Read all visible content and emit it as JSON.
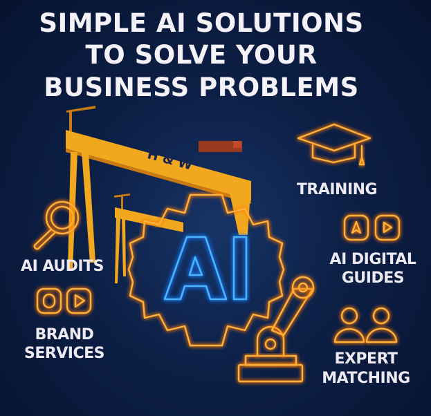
{
  "title": {
    "line1": "SIMPLE AI SOLUTIONS",
    "line2": "TO SOLVE YOUR",
    "line3": "BUSINESS PROBLEMS"
  },
  "crane": {
    "logo_text": "H & W"
  },
  "center": {
    "text": "AI",
    "icon": "gear-icon"
  },
  "services": {
    "ai_audits": {
      "label": "AI AUDITS",
      "icon": "magnifier-icon"
    },
    "brand_services": {
      "line1": "BRAND",
      "line2": "SERVICES",
      "icon": "media-buttons-icon"
    },
    "training": {
      "label": "TRAINING",
      "icon": "graduation-cap-icon"
    },
    "ai_digital_guides": {
      "line1": "AI DIGITAL",
      "line2": "GUIDES",
      "icon": "app-icons"
    },
    "expert_matching": {
      "line1": "EXPERT",
      "line2": "MATCHING",
      "icon": "people-icon"
    }
  },
  "colors": {
    "background": "#0c1f45",
    "neon_orange": "#ffb23a",
    "neon_blue": "#48b4ff",
    "crane_yellow": "#f2a81e",
    "text": "#f4f2f8"
  }
}
